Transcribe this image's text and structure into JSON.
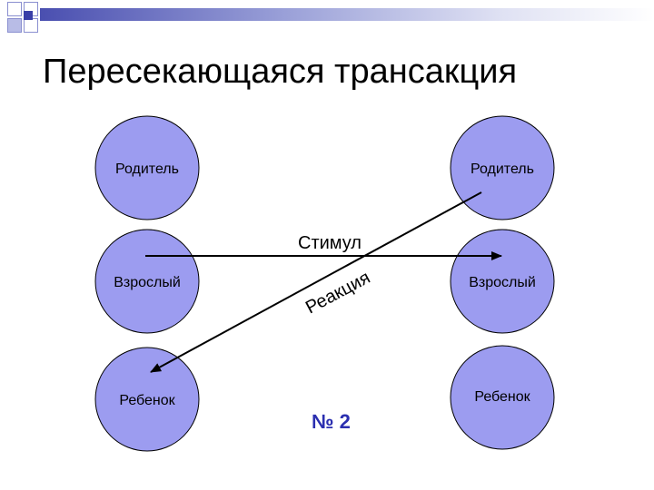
{
  "title": "Пересекающаяся трансакция",
  "colors": {
    "node_fill": "#9c9cf0",
    "node_stroke": "#000000",
    "arrow": "#000000",
    "number": "#2b2fb0"
  },
  "nodes": {
    "left": [
      "Родитель",
      "Взрослый",
      "Ребенок"
    ],
    "right": [
      "Родитель",
      "Взрослый",
      "Ребенок"
    ]
  },
  "arrows": {
    "stimulus": "Стимул",
    "reaction": "Реакция"
  },
  "number_label": "№ 2"
}
